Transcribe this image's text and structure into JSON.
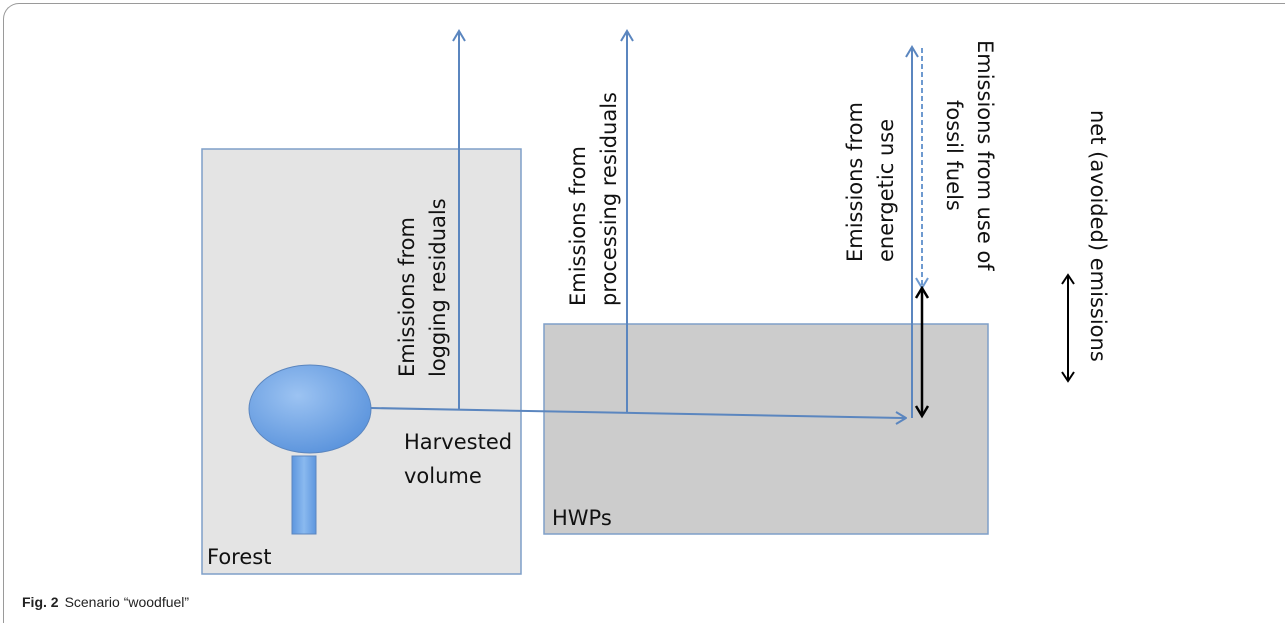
{
  "diagram": {
    "boxes": {
      "forest": "Forest",
      "hwps": "HWPs"
    },
    "labels": {
      "harvested_line1": "Harvested",
      "harvested_line2": "volume",
      "logging_line1": "Emissions from",
      "logging_line2": "logging residuals",
      "processing_line1": "Emissions from",
      "processing_line2": "processing residuals",
      "energetic_line1": "Emissions from",
      "energetic_line2": "energetic use",
      "fossil_line1": "Emissions from use of",
      "fossil_line2": "fossil fuels",
      "net": "net (avoided) emissions"
    },
    "colors": {
      "forest_fill": "#e4e4e4",
      "hwps_fill": "#cccccc",
      "box_border": "#7f9fc8",
      "arrow_blue": "#5b86bf",
      "tree_fill": "#6fa3e3",
      "arrow_black": "#000000"
    }
  },
  "caption": {
    "label": "Fig. 2",
    "text": "Scenario “woodfuel”"
  }
}
